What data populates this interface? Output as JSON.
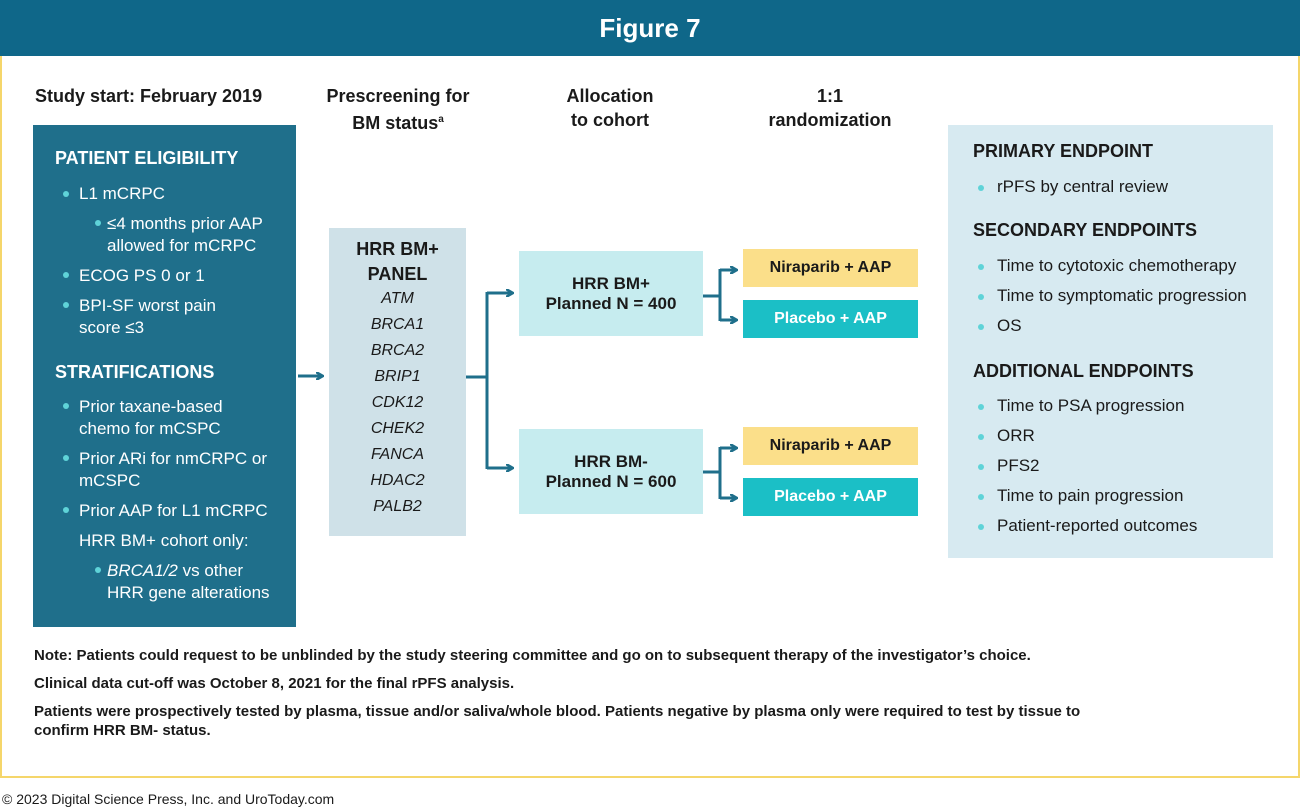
{
  "title": "Figure 7",
  "columns": {
    "study_start": "Study start: February 2019",
    "prescreening_line1": "Prescreening for",
    "prescreening_line2": "BM status",
    "prescreening_sup": "a",
    "allocation_line1": "Allocation",
    "allocation_line2": "to cohort",
    "randomization_line1": "1:1",
    "randomization_line2": "randomization"
  },
  "eligibility": {
    "heading": "PATIENT ELIGIBILITY",
    "l1": "L1  mCRPC",
    "sub1_line1": "≤4 months prior AAP",
    "sub1_line2": "allowed for mCRPC",
    "ecog": "ECOG PS 0 or 1",
    "bpi_line1": "BPI-SF worst pain",
    "bpi_line2": "score ≤3",
    "strat_heading": "STRATIFICATIONS",
    "strat1_line1": "Prior taxane-based",
    "strat1_line2": "chemo for mCSPC",
    "strat2_line1": "Prior ARi for nmCRPC or",
    "strat2_line2": "mCSPC",
    "strat3": "Prior AAP for L1 mCRPC",
    "strat4": "HRR BM+ cohort only:",
    "strat4_sub_italic": "BRCA1/2",
    "strat4_sub_rest": " vs other",
    "strat4_sub_line2": "HRR gene alterations"
  },
  "panel": {
    "heading_line1": "HRR BM+",
    "heading_line2": "PANEL",
    "genes": [
      "ATM",
      "BRCA1",
      "BRCA2",
      "BRIP1",
      "CDK12",
      "CHEK2",
      "FANCA",
      "HDAC2",
      "PALB2"
    ]
  },
  "cohorts": [
    {
      "line1": "HRR BM+",
      "line2": "Planned N = 400"
    },
    {
      "line1": "HRR BM-",
      "line2": "Planned N = 600"
    }
  ],
  "arms": {
    "niraparib": "Niraparib + AAP",
    "placebo": "Placebo + AAP"
  },
  "endpoints": {
    "primary_heading": "PRIMARY ENDPOINT",
    "primary": [
      "rPFS by central review"
    ],
    "secondary_heading": "SECONDARY ENDPOINTS",
    "secondary": [
      "Time to cytotoxic chemotherapy",
      "Time to symptomatic progression",
      "OS"
    ],
    "additional_heading": "ADDITIONAL ENDPOINTS",
    "additional": [
      "Time to PSA progression",
      "ORR",
      "PFS2",
      "Time to pain progression",
      "Patient-reported outcomes"
    ]
  },
  "notes": {
    "note1": "Note: Patients could request to be unblinded by the study steering committee and go on to subsequent therapy of the investigator’s choice.",
    "note2": "Clinical data cut-off was October 8, 2021 for the final rPFS analysis.",
    "note3_line1": "Patients were prospectively tested by plasma, tissue and/or saliva/whole blood. Patients negative by plasma only were required to test by tissue to",
    "note3_line2": "confirm HRR BM- status."
  },
  "copyright": "© 2023 Digital Science Press, Inc. and UroToday.com",
  "colors": {
    "header": "#0f6789",
    "frame": "#f5d66b",
    "eligibility_box": "#1f6f8b",
    "bullet": "#5fd3d8",
    "panel_box": "#cfe1e8",
    "cohort_box": "#c6ecef",
    "niraparib_arm": "#fbdf8a",
    "placebo_arm": "#1bbfc6",
    "endpoints_box": "#d7eaf1",
    "arrow": "#1f6f8b"
  }
}
